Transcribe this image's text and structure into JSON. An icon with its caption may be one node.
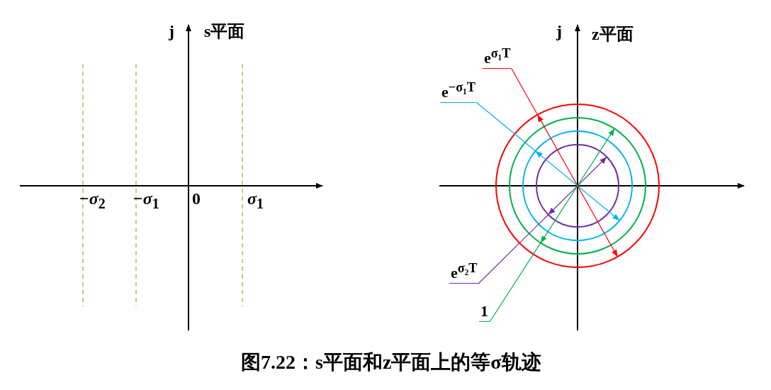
{
  "diagram": {
    "caption": "图7.22：s平面和z平面上的等σ轨迹",
    "nodes": [
      {
        "text": [
          "e$^{σ₁T}$"
        ]
      },
      {
        "text": [
          "e$^{−σ₁T}$"
        ]
      },
      {
        "text": [
          "e$^{σ₂T}$"
        ]
      },
      {
        "text": [
          "1"
        ]
      },
      {
        "text": [],
        "shape": "circle"
      },
      {
        "text": [],
        "shape": "circle",
        "in": 4
      },
      {
        "text": [],
        "shape": "circle",
        "in": 5
      },
      {
        "text": [],
        "shape": "circle",
        "in": 6
      }
    ],
    "edges": [
      {
        "from": 0,
        "to": 4,
        "arrow": "to",
        "color": "#ff0000"
      },
      {
        "from": 1,
        "to": 6,
        "arrow": "to",
        "color": "#00b0f0"
      },
      {
        "from": 2,
        "to": 7,
        "arrow": "to",
        "color": "#7030a0"
      },
      {
        "from": 3,
        "to": 5,
        "arrow": "to",
        "color": "#00b050"
      }
    ],
    "labels": [
      "j",
      "s平面",
      "−*σ*$_{2}$",
      "−*σ*$_{1}$",
      "0",
      "*σ*$_{1}$",
      "j",
      "z平面"
    ]
  }
}
